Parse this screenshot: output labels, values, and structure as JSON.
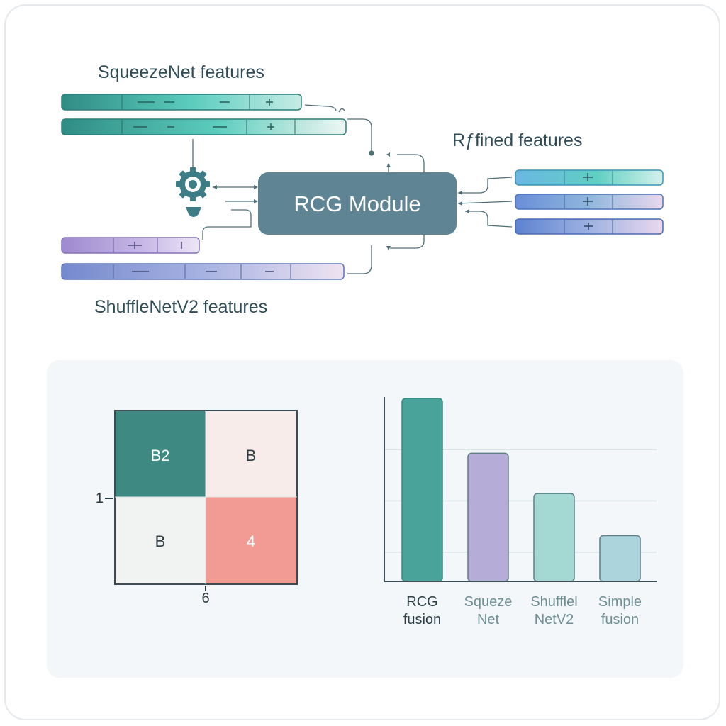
{
  "diagram": {
    "squeezenet_title": "SqueezeNet features",
    "shufflenet_title": "ShuffleNetV2 features",
    "refined_title": "Rƒfined features",
    "module_label": "RCG Module"
  },
  "confusion_matrix": {
    "cells": [
      "B2",
      "B",
      "B",
      "4"
    ],
    "row_label": "1",
    "col_label": "6"
  },
  "chart_data": {
    "type": "bar",
    "categories": [
      [
        "RCG",
        "fusion"
      ],
      [
        "Squeze",
        "Net"
      ],
      [
        "Shufflel",
        "NetV2"
      ],
      [
        "Simple",
        "fusion"
      ]
    ],
    "values": [
      100,
      70,
      48,
      25
    ],
    "colors": [
      "#4aa39a",
      "#b6acd8",
      "#a3d9d2",
      "#acd4dc"
    ],
    "ylim": [
      0,
      100
    ],
    "grid": true
  },
  "colors": {
    "module_fill": "#5f8594",
    "teal_dark": "#3d8b86",
    "purple": "#a99bd0",
    "blue": "#6f86c8",
    "salmon": "#f29a94"
  }
}
